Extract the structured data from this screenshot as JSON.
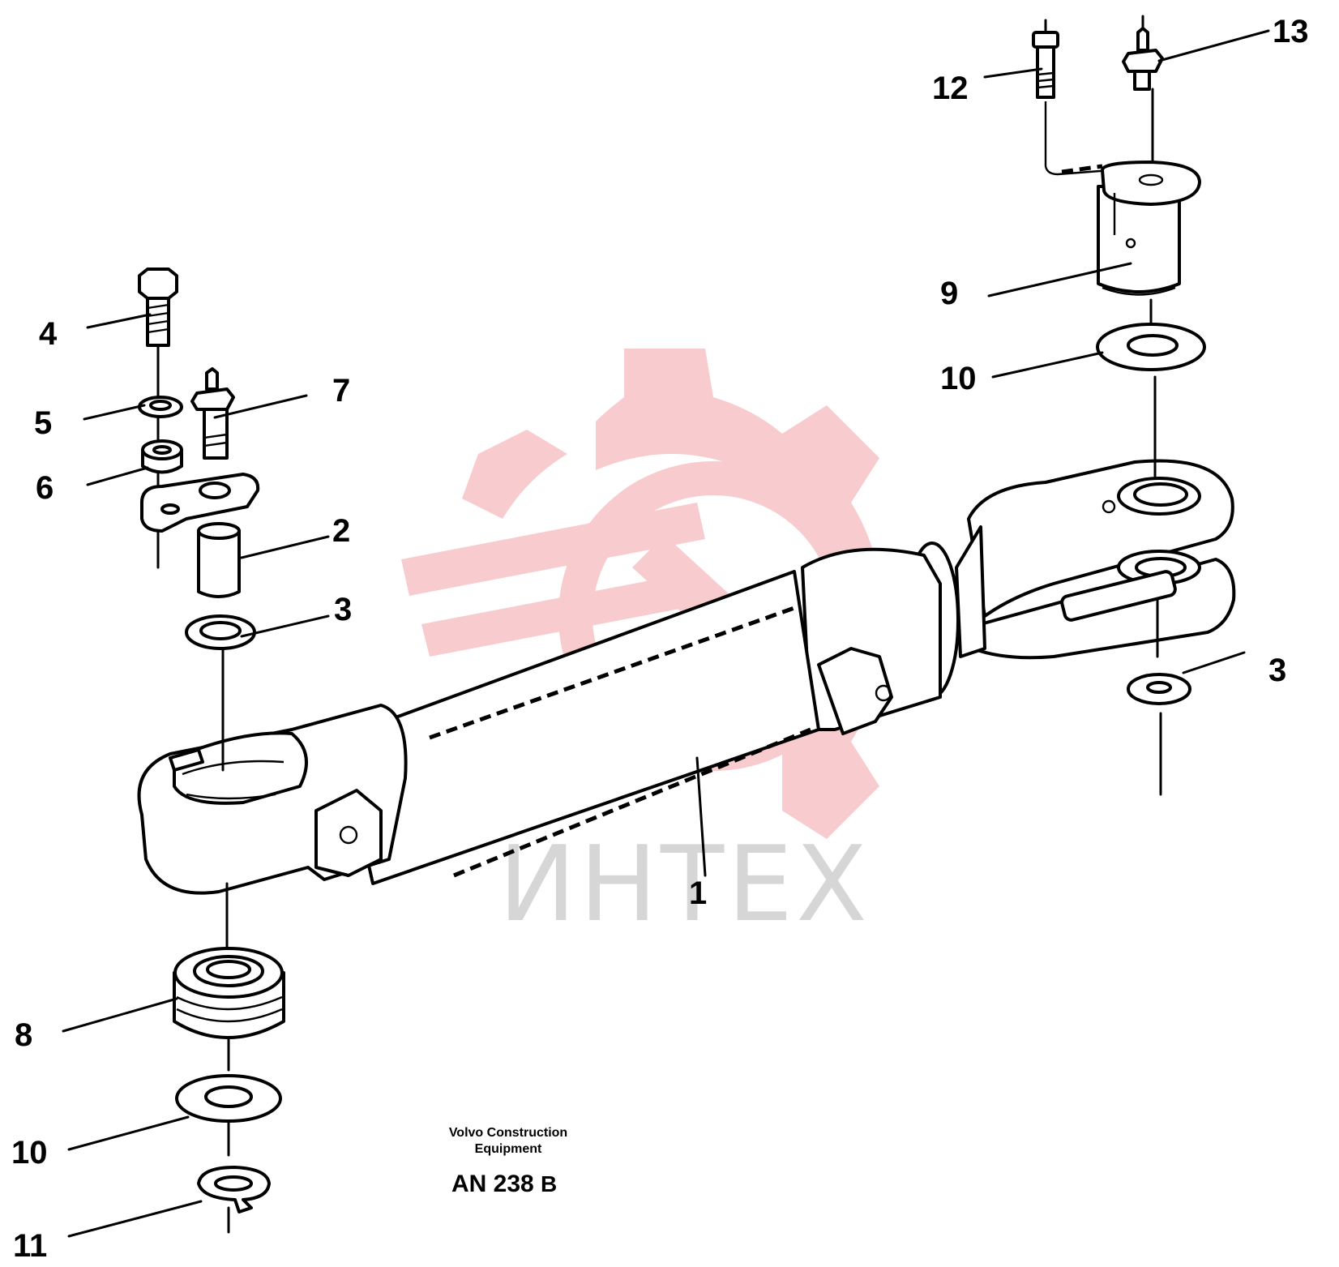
{
  "watermark": {
    "text": "ИНТЕХ",
    "gear_color": "#f8c9cc",
    "text_color": "#d6d6d6"
  },
  "caption": {
    "line1": "Volvo Construction",
    "line2": "Equipment",
    "code": "AN 238",
    "suffix": "B"
  },
  "callouts": {
    "c1": "1",
    "c2": "2",
    "c3_left": "3",
    "c3_right": "3",
    "c4": "4",
    "c5": "5",
    "c6": "6",
    "c7": "7",
    "c8": "8",
    "c9": "9",
    "c10_left": "10",
    "c10_right": "10",
    "c11": "11",
    "c12": "12",
    "c13": "13"
  }
}
